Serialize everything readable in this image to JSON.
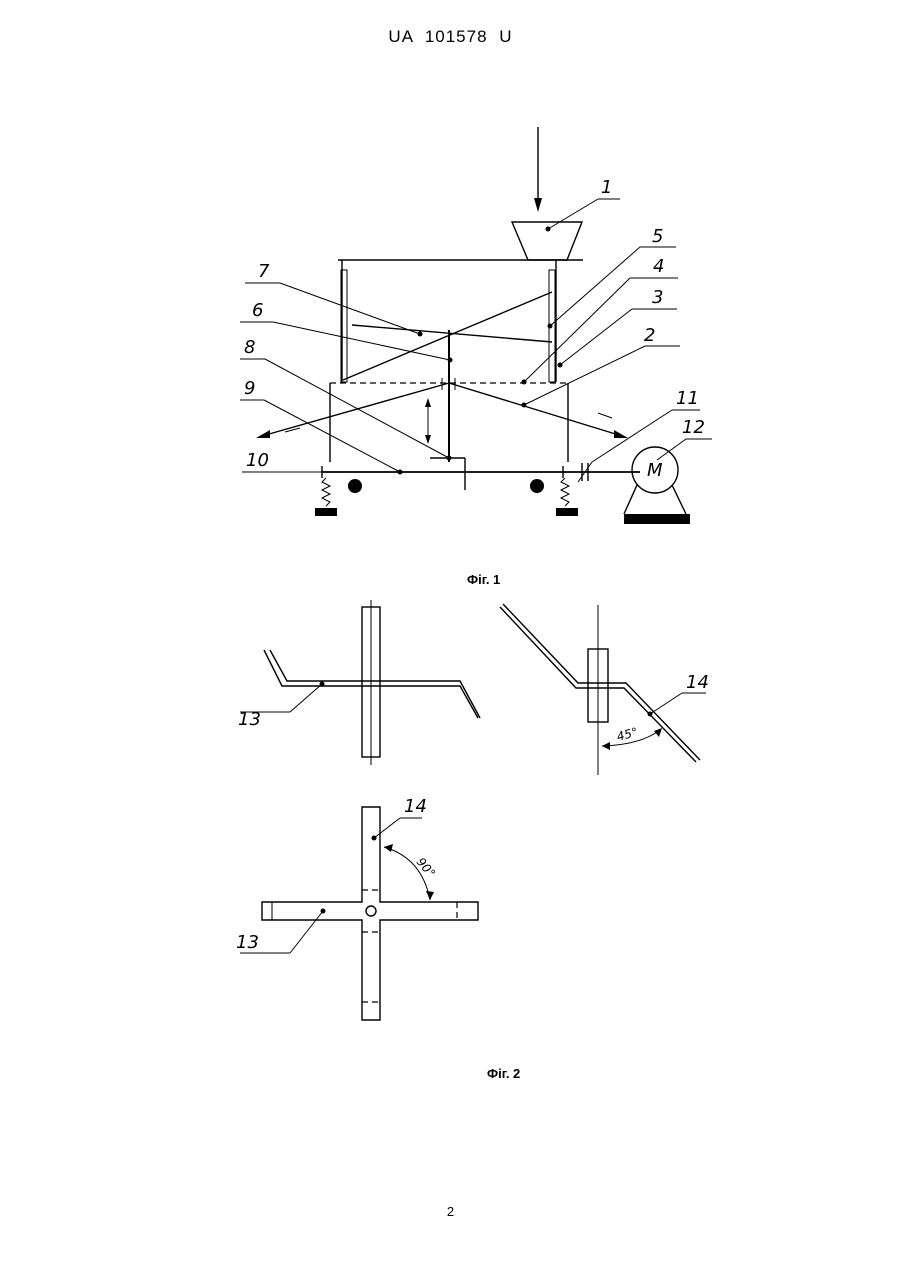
{
  "header": {
    "doc_number": "UA   101578   U"
  },
  "fig1": {
    "caption": "Фіг. 1",
    "labels": [
      "1",
      "2",
      "3",
      "4",
      "5",
      "6",
      "7",
      "8",
      "9",
      "10",
      "11",
      "12"
    ],
    "motor_symbol": "M"
  },
  "fig2": {
    "caption": "Фіг. 2",
    "labels": [
      "13",
      "14",
      "14",
      "13"
    ],
    "angle_45": "45°",
    "angle_90": "90°"
  },
  "page_number": "2"
}
